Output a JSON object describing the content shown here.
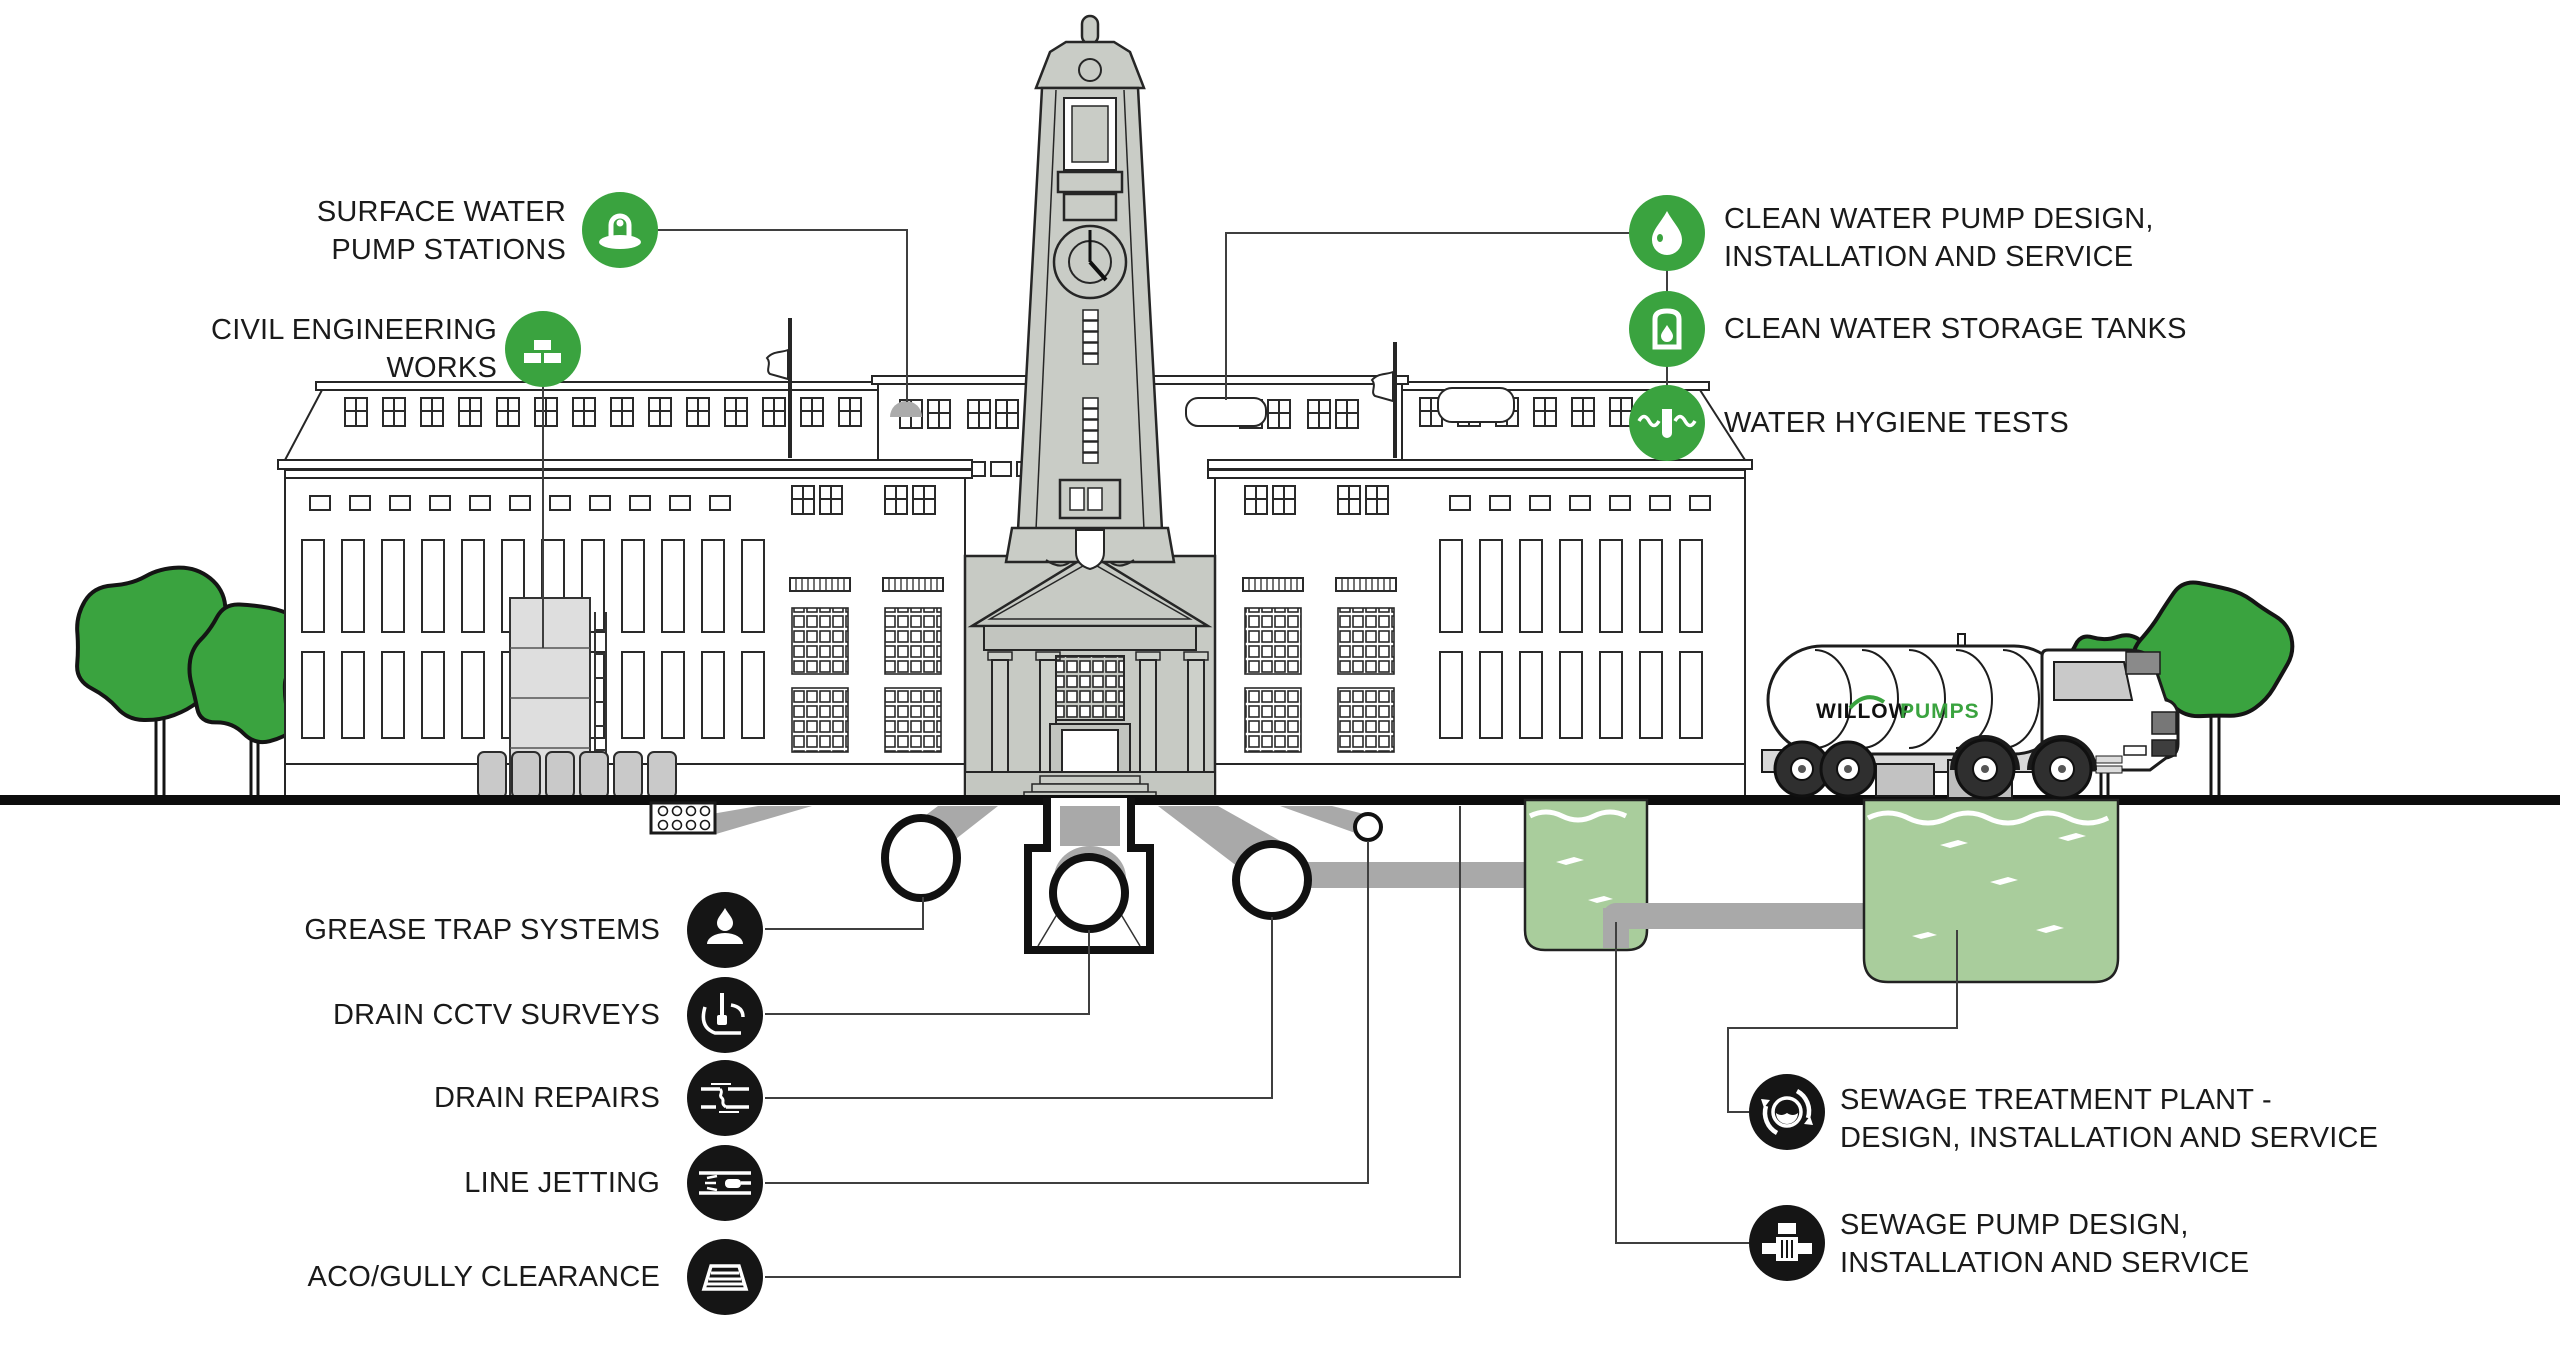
{
  "labels": {
    "surface_water": {
      "line1": "SURFACE WATER",
      "line2": "PUMP STATIONS"
    },
    "civil": {
      "line1": "CIVIL ENGINEERING",
      "line2": "WORKS"
    },
    "clean_water_pump": {
      "line1": "CLEAN WATER PUMP DESIGN,",
      "line2": "INSTALLATION AND SERVICE"
    },
    "clean_water_storage": {
      "line1": "CLEAN WATER STORAGE TANKS"
    },
    "water_hygiene": {
      "line1": "WATER HYGIENE TESTS"
    },
    "grease_trap": {
      "line1": "GREASE TRAP SYSTEMS"
    },
    "drain_cctv": {
      "line1": "DRAIN CCTV SURVEYS"
    },
    "drain_repairs": {
      "line1": "DRAIN REPAIRS"
    },
    "line_jetting": {
      "line1": "LINE JETTING"
    },
    "aco_gully": {
      "line1": "ACO/GULLY CLEARANCE"
    },
    "sewage_treatment": {
      "line1": "SEWAGE TREATMENT PLANT -",
      "line2": "DESIGN, INSTALLATION AND SERVICE"
    },
    "sewage_pump": {
      "line1": "SEWAGE PUMP DESIGN,",
      "line2": "INSTALLATION AND SERVICE"
    }
  },
  "truck": {
    "brand_word1": "WILLOW",
    "brand_word2": "PUMPS"
  },
  "colors": {
    "brand_green": "#3AA33F",
    "icon_black": "#151515",
    "water_green": "#A9CD9C",
    "pipe_gray": "#A9A9A9",
    "building_gray": "#C9CCC6",
    "text": "#1A1A1A"
  }
}
